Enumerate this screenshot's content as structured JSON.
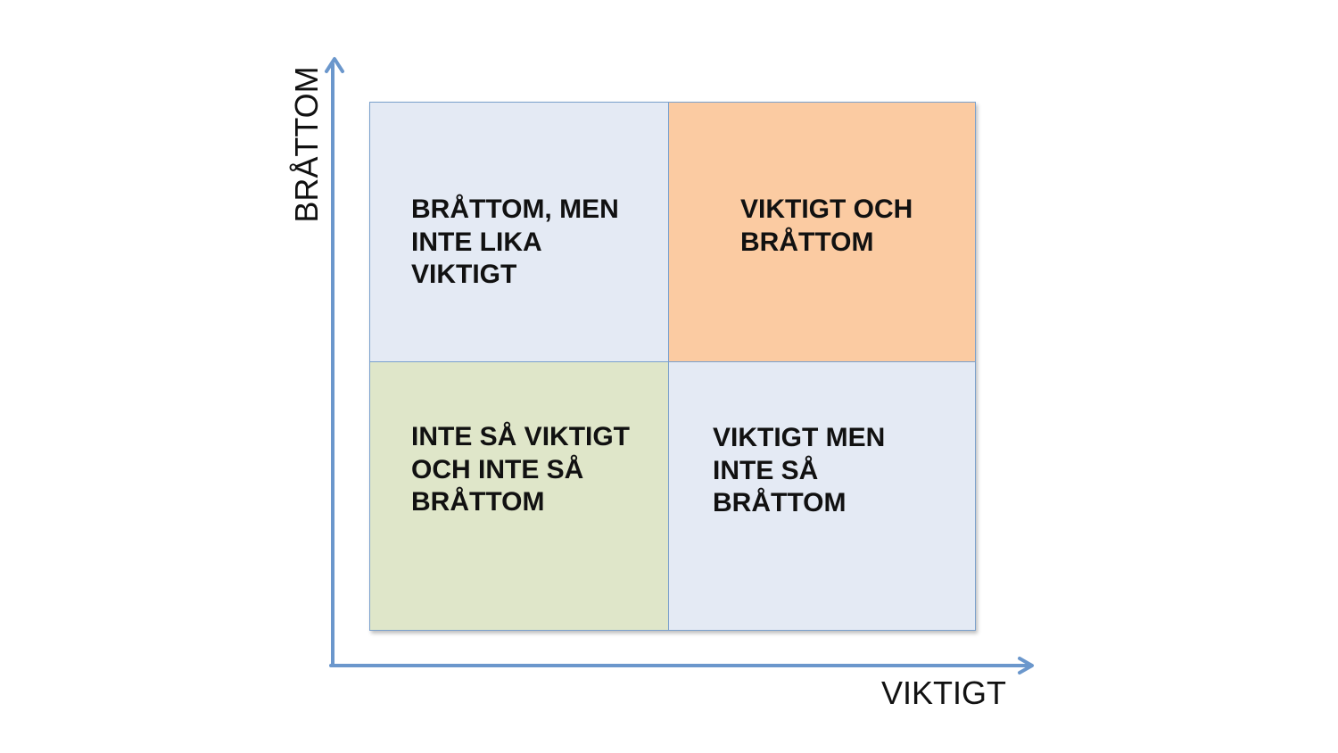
{
  "axes": {
    "x_label": "VIKTIGT",
    "y_label": "BRÅTTOM",
    "color": "#6b97cc"
  },
  "quadrants": {
    "top_left": {
      "text": "BRÅTTOM, MEN\nINTE LIKA\nVIKTIGT",
      "color": "#e4eaf4"
    },
    "top_right": {
      "text": "VIKTIGT OCH\nBRÅTTOM",
      "color": "#fbcba2"
    },
    "bottom_left": {
      "text": "INTE SÅ VIKTIGT\nOCH INTE SÅ\nBRÅTTOM",
      "color": "#dfe6c9"
    },
    "bottom_right": {
      "text": "VIKTIGT MEN\nINTE SÅ\nBRÅTTOM",
      "color": "#e4eaf4"
    }
  }
}
